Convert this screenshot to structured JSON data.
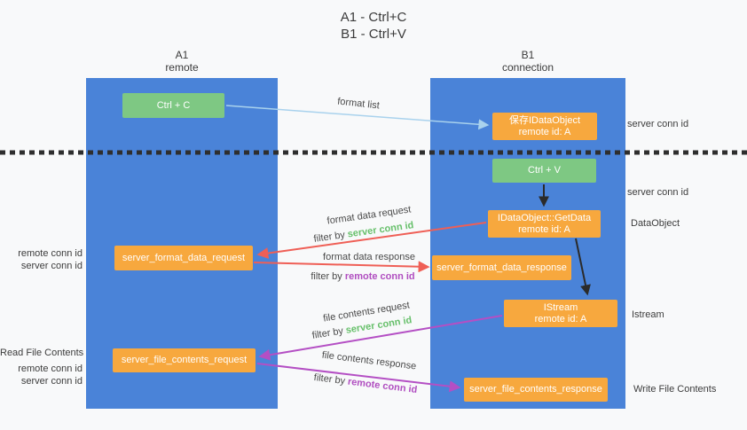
{
  "title": {
    "line1": "A1 - Ctrl+C",
    "line2": "B1 - Ctrl+V"
  },
  "lanes": {
    "left": {
      "title": "A1",
      "subtitle": "remote"
    },
    "right": {
      "title": "B1",
      "subtitle": "connection"
    }
  },
  "nodes": {
    "ctrl_c": "Ctrl + C",
    "ctrl_v": "Ctrl + V",
    "save_idataobject_line1": "保存IDataObject",
    "save_idataobject_line2": "remote id: A",
    "getdata_line1": "IDataObject::GetData",
    "getdata_line2": "remote id: A",
    "istream_line1": "IStream",
    "istream_line2": "remote id: A",
    "server_format_data_request": "server_format_data_request",
    "server_format_data_response": "server_format_data_response",
    "server_file_contents_request": "server_file_contents_request",
    "server_file_contents_response": "server_file_contents_response"
  },
  "arrow_labels": {
    "format_list": "format list",
    "format_data_request": "format data request",
    "format_data_response": "format data response",
    "file_contents_request": "file contents request",
    "file_contents_response": "file contents response",
    "filter_by": "filter by",
    "server_conn_id": "server conn id",
    "remote_conn_id": "remote conn id"
  },
  "side_labels": {
    "server_conn_id": "server conn id",
    "remote_conn_id": "remote conn id",
    "dataobject": "DataObject",
    "istream": "Istream",
    "read_file_contents": "Read File Contents",
    "write_file_contents": "Write File Contents"
  },
  "colors": {
    "lane_blue": "#4a83d8",
    "node_green": "#7ec883",
    "node_orange": "#f7a83e",
    "arrow_red": "#ef5f56",
    "arrow_purple": "#b44fc4",
    "arrow_light_blue": "#a9d2ed",
    "arrow_black": "#2b2b2b",
    "text_green": "#67c06b",
    "text_purple": "#b04ec0"
  }
}
